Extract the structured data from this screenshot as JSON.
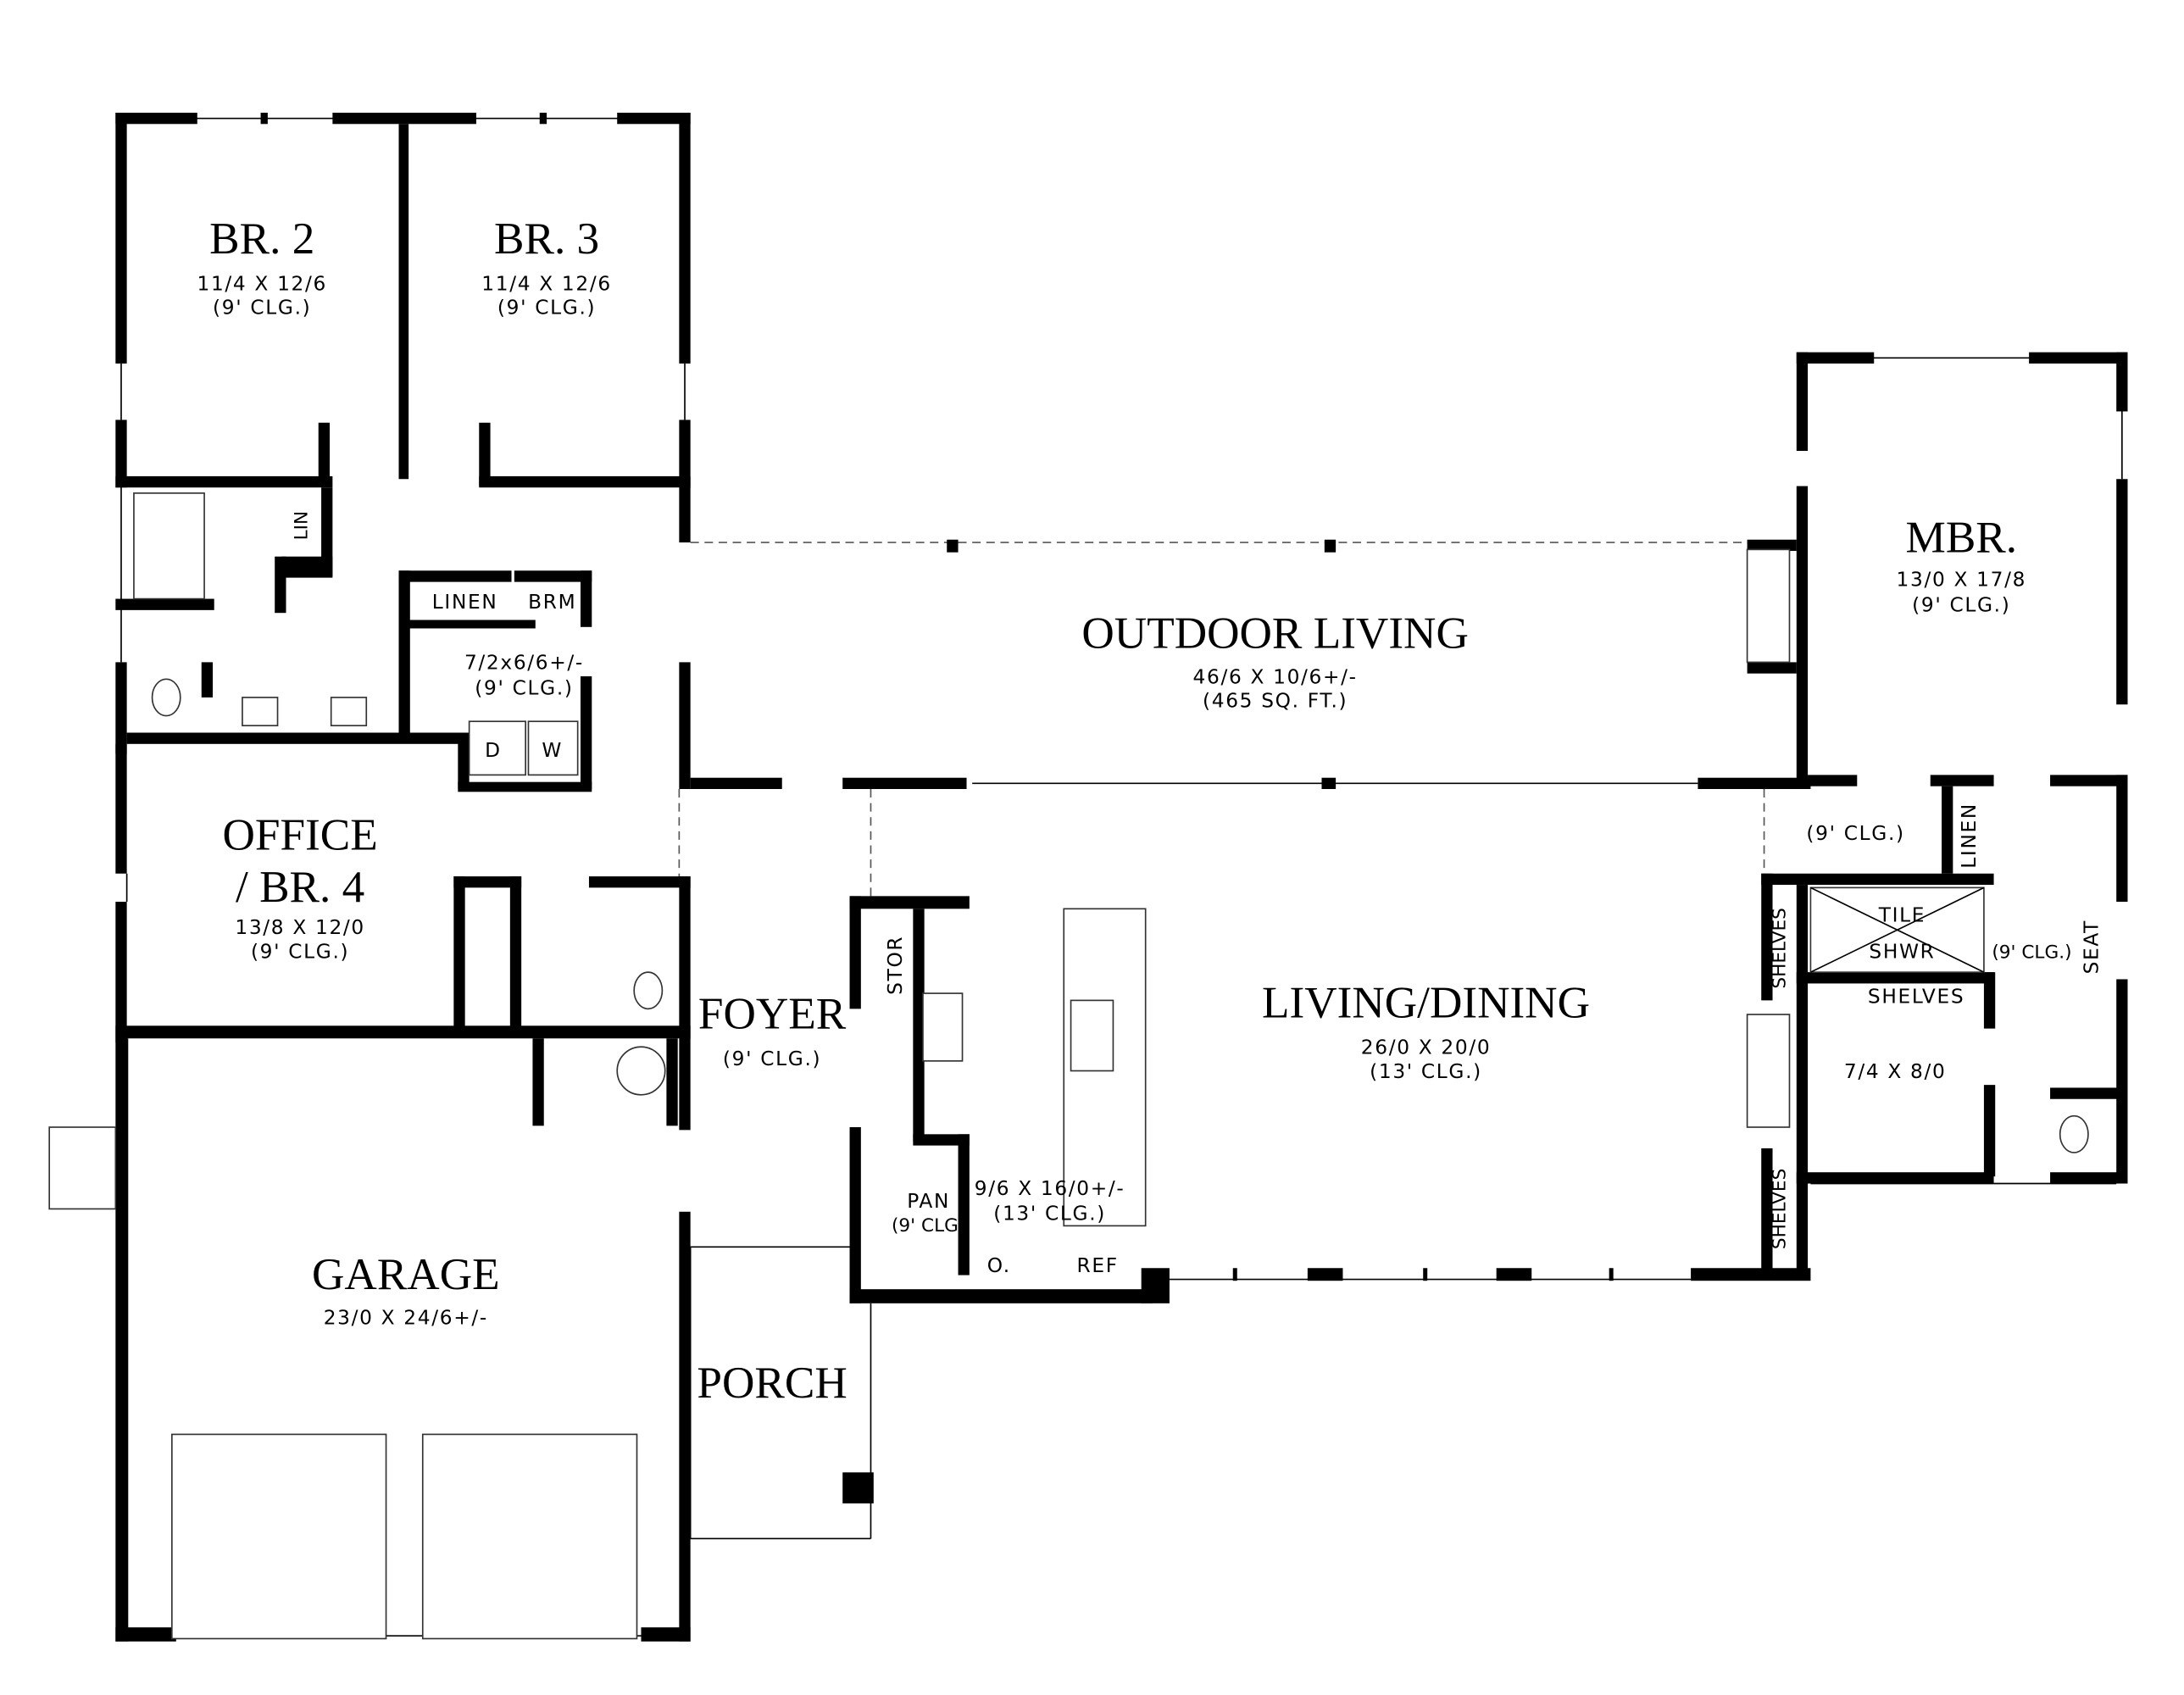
{
  "rooms": {
    "br2": {
      "name": "BR. 2",
      "size": "11/4 X 12/6",
      "ceiling": "(9' CLG.)"
    },
    "br3": {
      "name": "BR. 3",
      "size": "11/4 X 12/6",
      "ceiling": "(9' CLG.)"
    },
    "outdoor": {
      "name": "OUTDOOR LIVING",
      "size": "46/6 X 10/6+/-",
      "area": "(465 SQ. FT.)"
    },
    "mbr": {
      "name": "MBR.",
      "size": "13/0 X 17/8",
      "ceiling": "(9' CLG.)"
    },
    "office": {
      "name1": "OFFICE",
      "name2": "/ BR. 4",
      "size": "13/8 X 12/0",
      "ceiling": "(9' CLG.)"
    },
    "laundry": {
      "size": "7/2x6/6+/-",
      "ceiling": "(9' CLG.)"
    },
    "foyer": {
      "name": "FOYER",
      "ceiling": "(9' CLG.)"
    },
    "living": {
      "name": "LIVING/DINING",
      "size": "26/0 X 20/0",
      "ceiling": "(13' CLG.)"
    },
    "kitchen": {
      "size": "9/6 X 16/0+/-",
      "ceiling": "(13' CLG.)"
    },
    "garage": {
      "name": "GARAGE",
      "size": "23/0 X 24/6+/-"
    },
    "porch": {
      "name": "PORCH"
    },
    "master_hall": {
      "ceiling": "(9' CLG.)"
    },
    "master_bath": {
      "ceiling": "(9' CLG.)"
    },
    "wic": {
      "size": "7/4 X 8/0"
    }
  },
  "labels": {
    "lin": "LIN",
    "linen": "LINEN",
    "brm": "BRM",
    "dryer": "D",
    "washer": "W",
    "stor": "STOR",
    "pan": "PAN",
    "pan_clg": "(9' CLG)",
    "oven": "O.",
    "ref": "REF",
    "master_linen": "LINEN",
    "shelves_upper": "SHELVES",
    "shelves_lower": "SHELVES",
    "shelves_wic": "SHELVES",
    "tile": "TILE",
    "shwr": "SHWR",
    "seat": "SEAT"
  }
}
